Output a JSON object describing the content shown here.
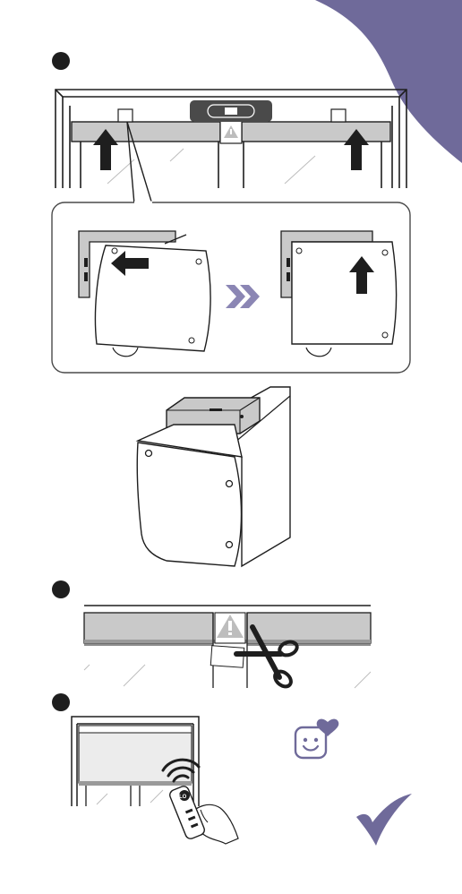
{
  "colors": {
    "accent_purple": "#6f6a9a",
    "ink": "#1e1e1e",
    "rail_gray": "#c9c9c9",
    "panel_gray": "#ececec",
    "warning_gray": "#bdbdbd",
    "callout_border": "#4a4a4a"
  },
  "steps": [
    {
      "name": "step-1",
      "icons": [
        "up-arrow-icon",
        "up-arrow-icon",
        "warning-icon",
        "motor-status-icon",
        "chevron-right-icon",
        "left-arrow-icon",
        "up-arrow-icon"
      ]
    },
    {
      "name": "step-2",
      "icons": [
        "warning-icon",
        "scissors-icon"
      ]
    },
    {
      "name": "step-3",
      "icons": [
        "remote-control-icon",
        "signal-waves-icon",
        "smiley-heart-icon",
        "checkmark-icon"
      ]
    }
  ],
  "remote": {
    "logo_text": "LO"
  }
}
